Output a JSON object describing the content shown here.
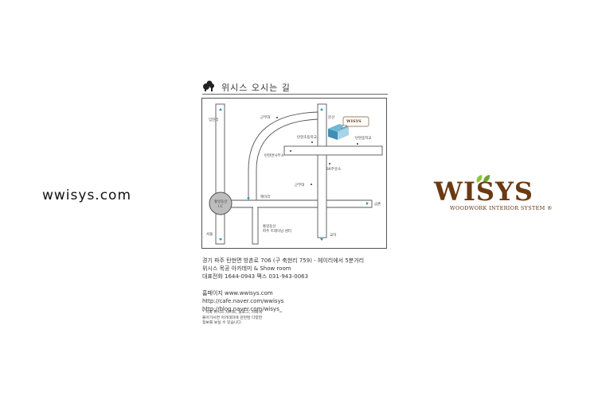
{
  "site_url": "wwisys.com",
  "directions": {
    "heading": "위시스 오시는 길",
    "map": {
      "labels": {
        "imjingak": "임진각",
        "gunbudae_top": "군부대",
        "munsan": "문산",
        "tanhyeon_elementary": "탄현초등학교",
        "tanhyeon_middle": "탄현중학교",
        "tanhyeon_office": "탄현면사무소",
        "sk_station": "SK주유소",
        "gunbudae_mid": "군부대",
        "heyri": "헤이리",
        "ic_name": "통일동산",
        "ic_sub": "I.C",
        "geumchon": "금촌",
        "seoul": "서울",
        "training_center_1": "통일동산",
        "training_center_2": "파주 트레이닝 센터",
        "gyoha": "교하",
        "brand_sign": "WISYS"
      }
    },
    "address_lines": [
      "경기 파주 탄현면 방촌로 706 (구 축현리 759) - 헤이리에서 5분거리",
      "위시스 목공 아카데미 & Show room",
      "대표전화 1644-0943  팩스 031-943-0063"
    ],
    "links": [
      "홈페이지 www.wwisys.com",
      "http://cafe.naver.com/wwisys",
      "http://blog.naver.com/wisys_"
    ],
    "note_lines": [
      "* 저희 위시스 사이트, 블로그, 카페에",
      "  들어가시면 아카데미에 관련된 다양한",
      "  정보를 보실 수 있습니다."
    ]
  },
  "logo": {
    "wordmark": "WISYS",
    "tagline": "WOODWORK INTERIOR SYSTEM ®",
    "colors": {
      "brown": "#6b3a12",
      "tan": "#c8893a",
      "leaf": "#8cc63f"
    }
  },
  "colors": {
    "road_outline": "#555555",
    "arrow": "#2a8fa8",
    "ic_fill": "#bdbdbd"
  }
}
